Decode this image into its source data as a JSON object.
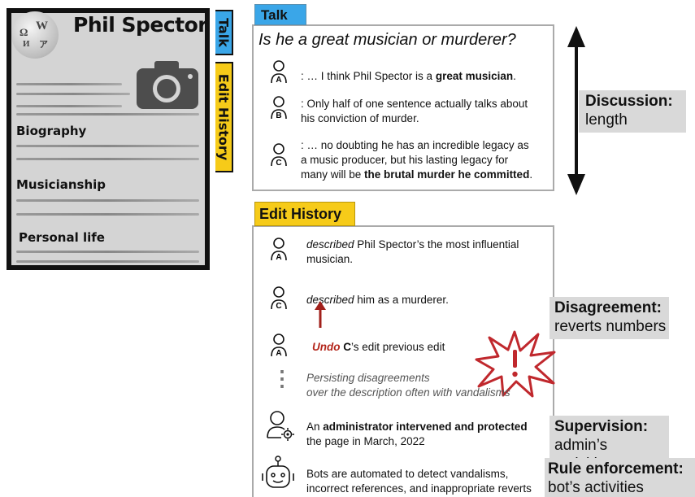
{
  "wiki": {
    "title": "Phil Spector",
    "logo_glyphs": [
      "Ω",
      "W",
      "И",
      "ア"
    ],
    "sections": [
      "Biography",
      "Musicianship",
      "Personal life"
    ],
    "tab_talk": "Talk",
    "tab_edit_history": "Edit History"
  },
  "talk": {
    "label": "Talk",
    "question": "Is he a great musician or murderer?",
    "comments": [
      {
        "user": "A",
        "pre": ": … I think Phil Spector is a ",
        "bold": "great musician",
        "post": "."
      },
      {
        "user": "B",
        "line1": ": Only half of one sentence actually talks about",
        "line2": "his conviction of murder."
      },
      {
        "user": "C",
        "line1": ": … no doubting he has an incredible legacy as",
        "line2": "a music producer, but his lasting legacy for",
        "line3_pre": "many will be ",
        "line3_bold": "the brutal murder he committed",
        "line3_post": "."
      }
    ]
  },
  "edit_history": {
    "label": "Edit History",
    "entries": [
      {
        "user": "A",
        "italic": "described",
        "line1_rest": " Phil Spector’s the most influential",
        "line2": "musician."
      },
      {
        "user": "C",
        "italic": "described",
        "rest": " him as a murderer."
      },
      {
        "user": "A",
        "undo": "Undo",
        "bold": " C",
        "rest": "’s edit previous edit"
      },
      {
        "line1": "Persisting disagreements",
        "line2": "over the description often with vandalisms"
      },
      {
        "line1_pre": "An ",
        "line1_bold": "administrator intervened and protected",
        "line2": "the page in March, 2022"
      },
      {
        "line1": "Bots are automated to detect vandalisms,",
        "line2": "incorrect references, and inappropriate reverts"
      }
    ],
    "ellipsis": "⋮"
  },
  "labels": {
    "discussion": {
      "title": "Discussion:",
      "sub": "length"
    },
    "disagreement": {
      "title": "Disagreement:",
      "sub": "reverts numbers"
    },
    "supervision": {
      "title": "Supervision:",
      "sub": "admin’s activities"
    },
    "rule": {
      "title": "Rule enforcement:",
      "sub": "bot’s activities"
    }
  },
  "colors": {
    "talk_blue": "#3aa6e8",
    "edit_yellow": "#f6cb19",
    "alert_red": "#c0282d",
    "undo_red": "#b4271c"
  }
}
